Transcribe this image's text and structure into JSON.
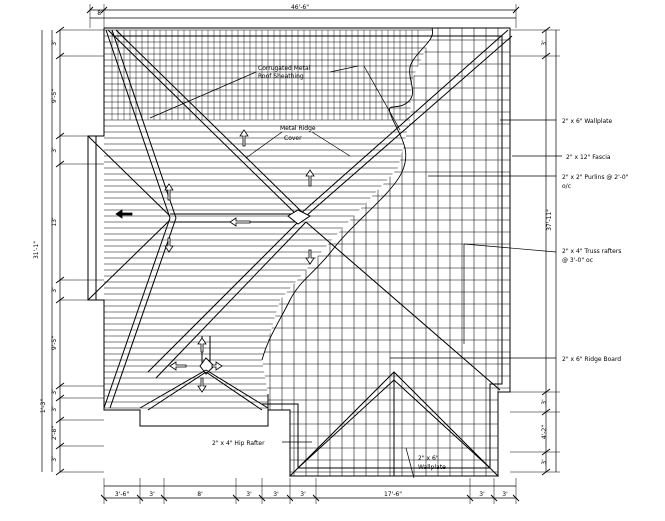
{
  "drawing": {
    "overall_width": "46'-6\"",
    "top_offset": "8'",
    "overall_depth": "31'-1\"",
    "right_depth": "37'-11\""
  },
  "left_dims": [
    "3'",
    "9'-5\"",
    "3'",
    "13'",
    "3'",
    "9'-5\"",
    "3'",
    "3'",
    "2'-8\"",
    "3'"
  ],
  "left_outer_dim": "1'-3\"",
  "bottom_dims": [
    "3'-6\"",
    "3'",
    "8'",
    "3'",
    "3'",
    "3'",
    "17'-6\"",
    "3'",
    "3'"
  ],
  "right_dims": [
    "3'",
    "3'",
    "4'-2\"",
    "3'"
  ],
  "labels": {
    "sheathing_1": "Corrugated Metal",
    "sheathing_2": "Roof Sheathing",
    "ridge_cover_1": "Metal Ridge",
    "ridge_cover_2": "Cover",
    "wallplate": "2\" x 6\" Wallplate",
    "fascia": "2\" x 12\" Fascia",
    "purlins_1": "2\" x 2\" Purlins @ 2'-0\"",
    "purlins_2": "o/c",
    "truss_1": "2\" x 4\" Truss rafters",
    "truss_2": "@ 3'-0\" oc",
    "ridge_board": "2\" x 6\" Ridge Board",
    "hip_rafter": "2\" x 4\" Hip Rafter",
    "bottom_wallplate_1": "2\" x 6\"",
    "bottom_wallplate_2": "Wallplate"
  }
}
